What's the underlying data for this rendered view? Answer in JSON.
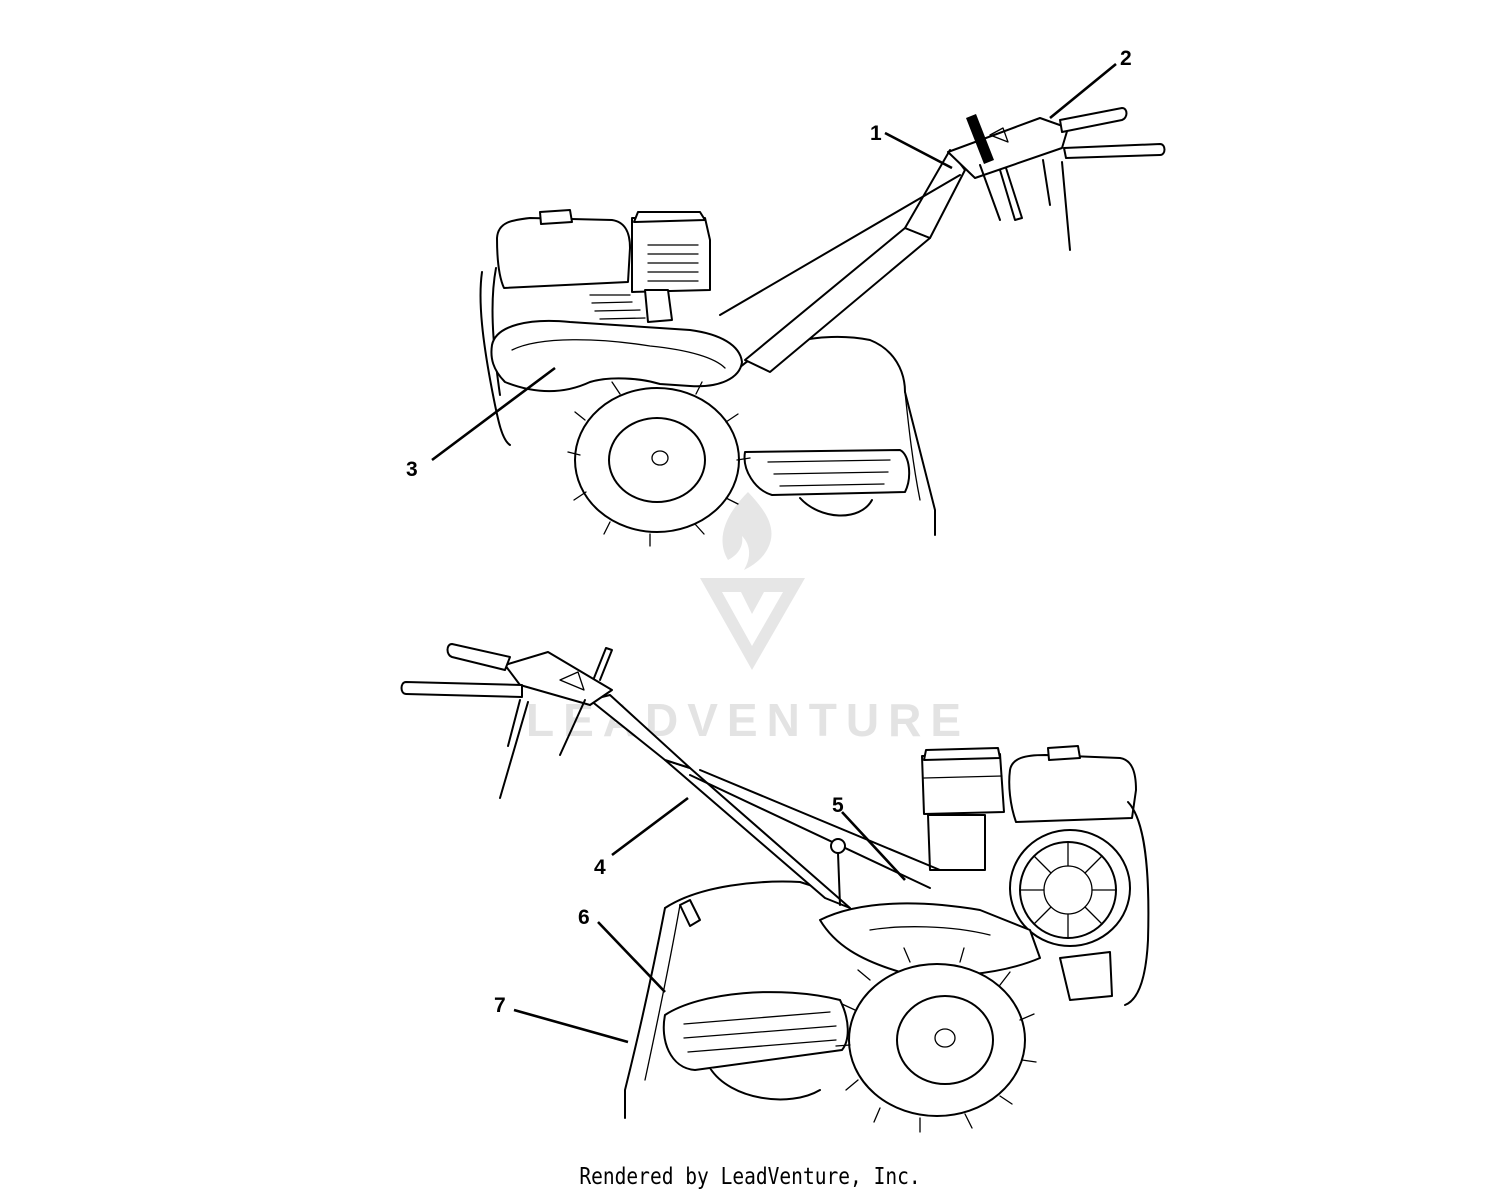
{
  "callouts": [
    "1",
    "2",
    "3",
    "4",
    "5",
    "6",
    "7"
  ],
  "watermark": {
    "brand": "LEADVENTURE",
    "color": "#e3e3e3"
  },
  "footer": "Rendered by LeadVenture, Inc."
}
